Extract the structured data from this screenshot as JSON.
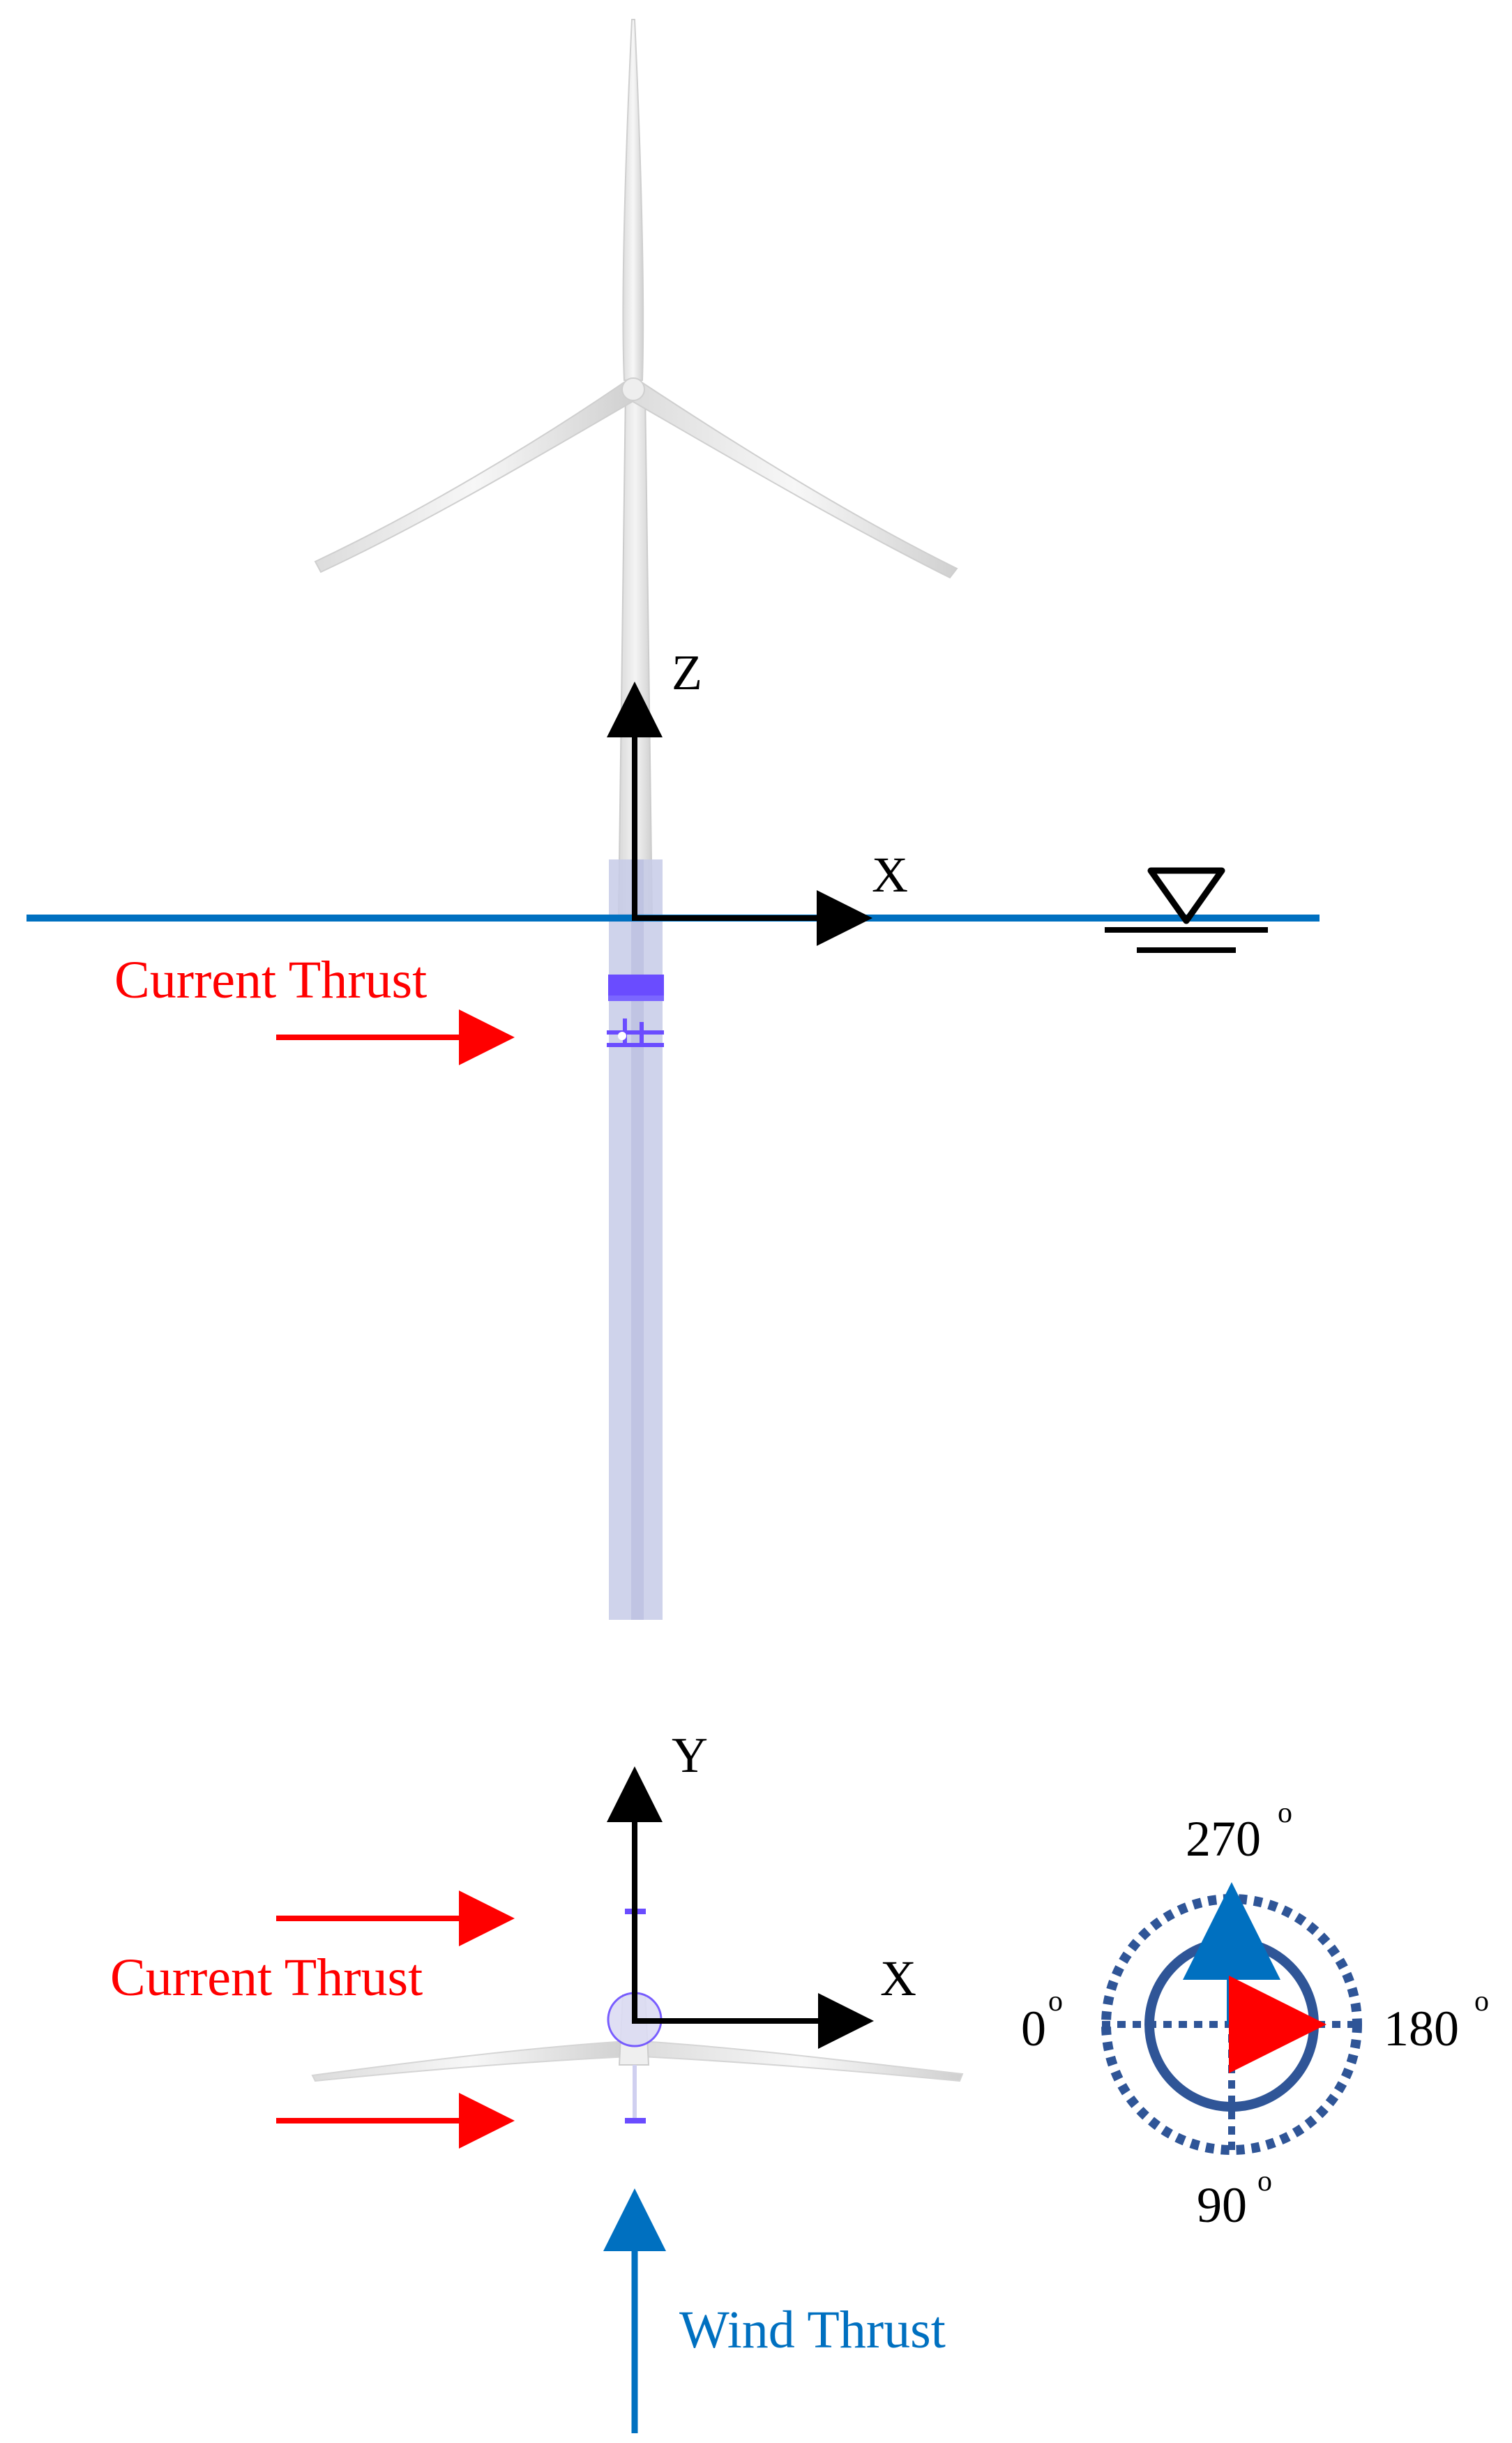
{
  "side_view": {
    "axis_z_label": "Z",
    "axis_x_label": "X",
    "current_label": "Current Thrust"
  },
  "top_view": {
    "axis_y_label": "Y",
    "axis_x_label": "X",
    "current_label": "Current Thrust",
    "wind_label": "Wind Thrust"
  },
  "compass": {
    "label_0": "0",
    "label_90": "90",
    "label_180": "180",
    "label_270": "270",
    "degree_mark": "o"
  },
  "colors": {
    "current": "#ff0000",
    "wind": "#0070c0",
    "water_line": "#0070c0",
    "compass": "#2f5597",
    "monopile": "#c7cbe8",
    "platform": "#6a4cff"
  }
}
